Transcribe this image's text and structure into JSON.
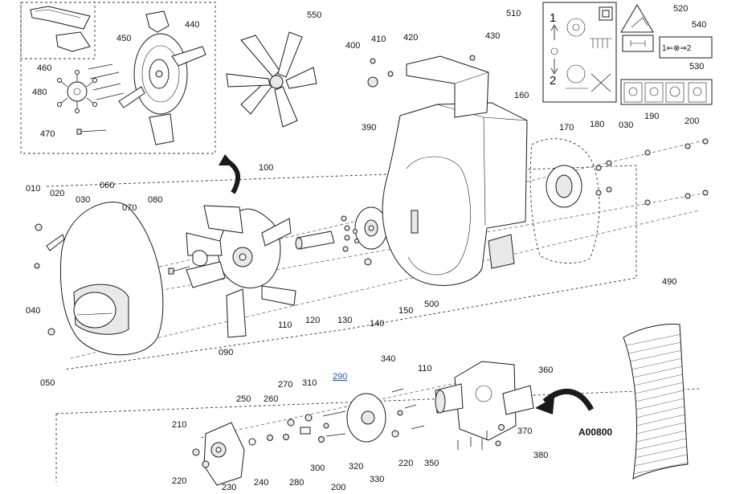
{
  "drawing": {
    "reference_code": "A00800",
    "highlighted_label": "290",
    "callouts": [
      {
        "id": "010",
        "label": "010"
      },
      {
        "id": "020",
        "label": "020"
      },
      {
        "id": "030a",
        "label": "030"
      },
      {
        "id": "030b",
        "label": "030"
      },
      {
        "id": "040",
        "label": "040"
      },
      {
        "id": "050",
        "label": "050"
      },
      {
        "id": "060",
        "label": "060"
      },
      {
        "id": "070",
        "label": "070"
      },
      {
        "id": "080",
        "label": "080"
      },
      {
        "id": "090",
        "label": "090"
      },
      {
        "id": "100",
        "label": "100"
      },
      {
        "id": "110a",
        "label": "110"
      },
      {
        "id": "110b",
        "label": "110"
      },
      {
        "id": "120",
        "label": "120"
      },
      {
        "id": "130",
        "label": "130"
      },
      {
        "id": "140",
        "label": "140"
      },
      {
        "id": "150",
        "label": "150"
      },
      {
        "id": "160",
        "label": "160"
      },
      {
        "id": "170",
        "label": "170"
      },
      {
        "id": "180",
        "label": "180"
      },
      {
        "id": "190",
        "label": "190"
      },
      {
        "id": "200a",
        "label": "200"
      },
      {
        "id": "200b",
        "label": "200"
      },
      {
        "id": "210",
        "label": "210"
      },
      {
        "id": "220a",
        "label": "220"
      },
      {
        "id": "220b",
        "label": "220"
      },
      {
        "id": "230",
        "label": "230"
      },
      {
        "id": "240",
        "label": "240"
      },
      {
        "id": "250",
        "label": "250"
      },
      {
        "id": "260",
        "label": "260"
      },
      {
        "id": "270",
        "label": "270"
      },
      {
        "id": "280",
        "label": "280"
      },
      {
        "id": "290",
        "label": "290"
      },
      {
        "id": "300",
        "label": "300"
      },
      {
        "id": "310",
        "label": "310"
      },
      {
        "id": "320",
        "label": "320"
      },
      {
        "id": "330",
        "label": "330"
      },
      {
        "id": "340",
        "label": "340"
      },
      {
        "id": "350",
        "label": "350"
      },
      {
        "id": "360",
        "label": "360"
      },
      {
        "id": "370",
        "label": "370"
      },
      {
        "id": "380",
        "label": "380"
      },
      {
        "id": "390",
        "label": "390"
      },
      {
        "id": "400",
        "label": "400"
      },
      {
        "id": "410",
        "label": "410"
      },
      {
        "id": "420",
        "label": "420"
      },
      {
        "id": "430",
        "label": "430"
      },
      {
        "id": "440",
        "label": "440"
      },
      {
        "id": "450",
        "label": "450"
      },
      {
        "id": "460",
        "label": "460"
      },
      {
        "id": "470",
        "label": "470"
      },
      {
        "id": "480",
        "label": "480"
      },
      {
        "id": "490",
        "label": "490"
      },
      {
        "id": "500",
        "label": "500"
      },
      {
        "id": "510",
        "label": "510"
      },
      {
        "id": "520",
        "label": "520"
      },
      {
        "id": "530",
        "label": "530"
      },
      {
        "id": "540",
        "label": "540"
      },
      {
        "id": "550",
        "label": "550"
      }
    ],
    "decal_510": {
      "step_one": "1",
      "step_two": "2"
    },
    "decal_540": {
      "text": "1⇐⊗⇒2"
    }
  }
}
